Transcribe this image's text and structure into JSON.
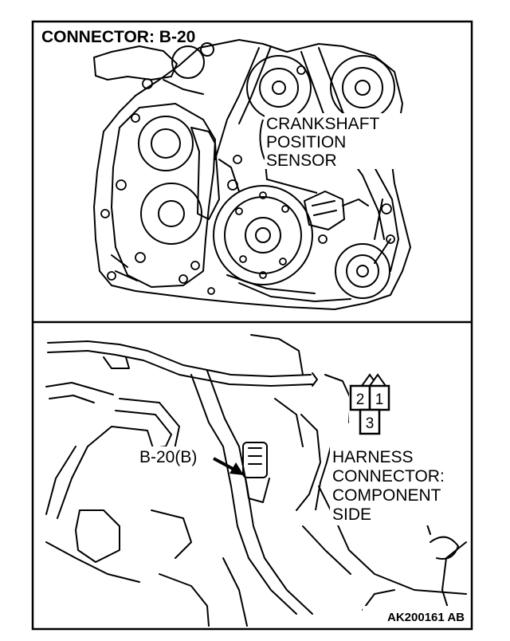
{
  "title": "CONNECTOR: B-20",
  "top_view": {
    "callout": [
      "CRANKSHAFT",
      "POSITION",
      "SENSOR"
    ]
  },
  "bottom_view": {
    "connector_label": "B-20(B)",
    "harness_callout": [
      "HARNESS",
      "CONNECTOR:",
      "COMPONENT",
      "SIDE"
    ],
    "pins": [
      "2",
      "1",
      "3"
    ]
  },
  "figure_code": "AK200161 AB"
}
